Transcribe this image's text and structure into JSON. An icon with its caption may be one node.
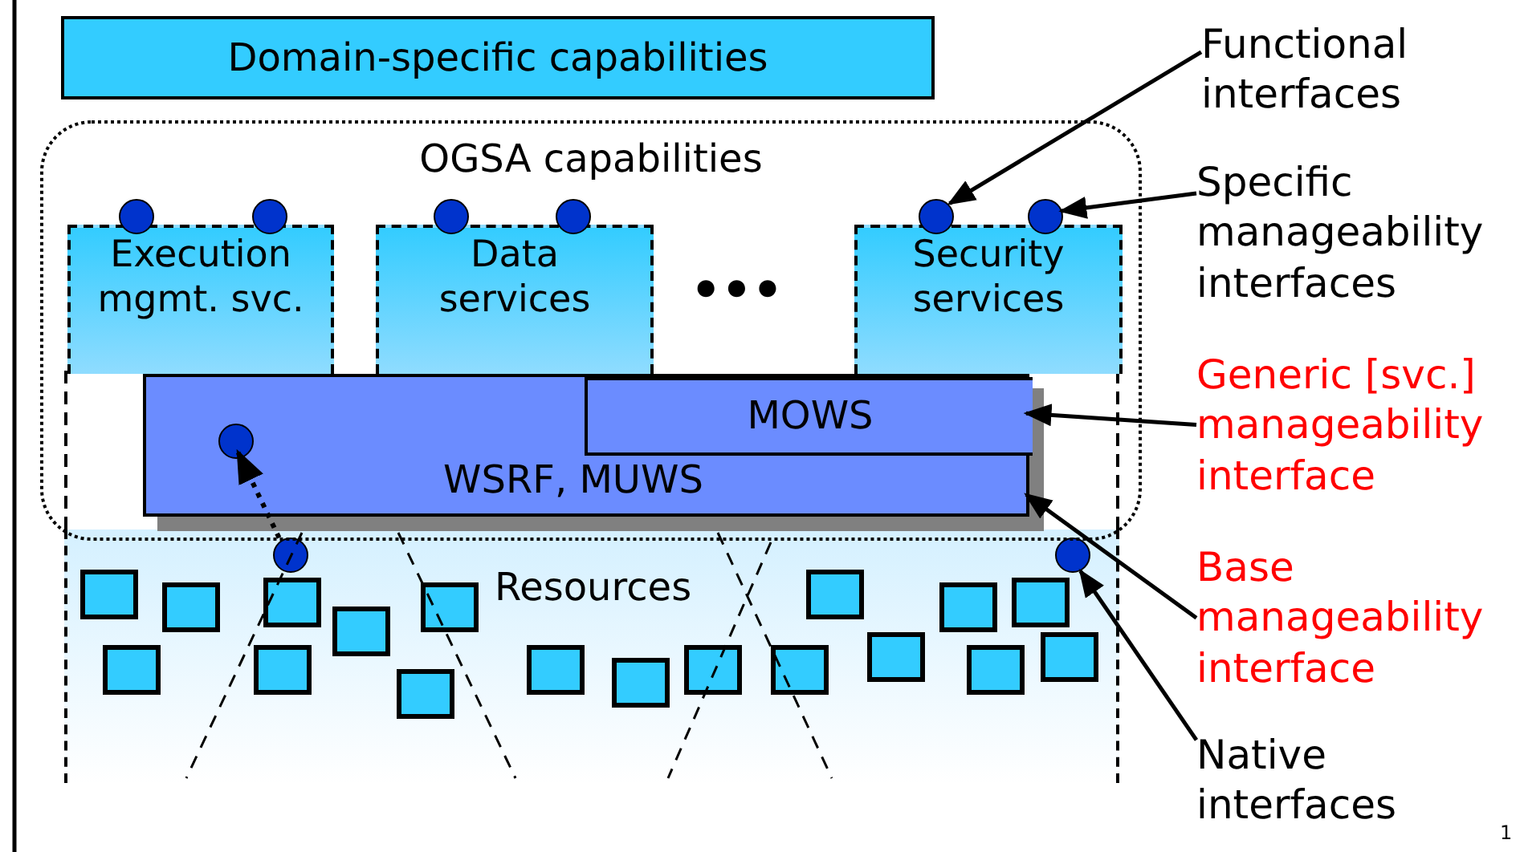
{
  "diagram": {
    "nodes": [
      {
        "text": [
          "Domain-specific capabilities"
        ]
      },
      {
        "text": [
          "Functional interfaces"
        ]
      },
      {
        "text": [
          "OGSA capabilities"
        ]
      },
      {
        "text": [],
        "shape": "circle",
        "in": 2
      },
      {
        "text": [],
        "shape": "circle",
        "in": 2
      },
      {
        "text": [],
        "shape": "circle",
        "in": 2
      },
      {
        "text": [],
        "shape": "circle",
        "in": 2
      },
      {
        "text": [],
        "shape": "circle",
        "in": 2
      },
      {
        "text": [],
        "shape": "circle",
        "in": 2
      },
      {
        "text": [
          "Specific manageability interfaces"
        ]
      },
      {
        "text": [
          "Execution mgmt. svc."
        ],
        "in": 2
      },
      {
        "text": [
          "Data services"
        ],
        "in": 2
      },
      {
        "text": [
          "Security services"
        ],
        "in": 2
      },
      {
        "text": [
          "WSRF, MUWS"
        ],
        "in": 2
      },
      {
        "text": [
          "MOWS"
        ],
        "in": 13
      },
      {
        "text": [],
        "shape": "circle",
        "in": 13
      },
      {
        "text": [
          "Generic [svc.] manageability interface"
        ]
      },
      {
        "text": [
          "Resources"
        ]
      },
      {
        "text": [],
        "shape": "circle",
        "in": 17
      },
      {
        "text": [],
        "shape": "circle",
        "in": 17
      },
      {
        "text": [],
        "shape": "box",
        "in": 17
      },
      {
        "text": [],
        "shape": "box",
        "in": 17
      },
      {
        "text": [],
        "shape": "box",
        "in": 17
      },
      {
        "text": [],
        "shape": "box",
        "in": 17
      },
      {
        "text": [],
        "shape": "box",
        "in": 17
      },
      {
        "text": [],
        "shape": "box",
        "in": 17
      },
      {
        "text": [],
        "shape": "box",
        "in": 17
      },
      {
        "text": [],
        "shape": "box",
        "in": 17
      },
      {
        "text": [],
        "shape": "box",
        "in": 17
      },
      {
        "text": [],
        "shape": "box",
        "in": 17
      },
      {
        "text": [],
        "shape": "box",
        "in": 17
      },
      {
        "text": [],
        "shape": "box",
        "in": 17
      },
      {
        "text": [],
        "shape": "box",
        "in": 17
      },
      {
        "text": [],
        "shape": "box",
        "in": 17
      },
      {
        "text": [],
        "shape": "box",
        "in": 17
      },
      {
        "text": [],
        "shape": "box",
        "in": 17
      },
      {
        "text": [],
        "shape": "box",
        "in": 17
      },
      {
        "text": [],
        "shape": "box",
        "in": 17
      },
      {
        "text": [
          "Base manageability interface"
        ]
      },
      {
        "text": [
          "Native interfaces"
        ]
      }
    ],
    "edges": [
      {
        "from": 1,
        "to": 7,
        "arrow": "to"
      },
      {
        "from": 9,
        "to": 8,
        "arrow": "to"
      },
      {
        "from": 16,
        "to": 14,
        "arrow": "to"
      },
      {
        "from": 38,
        "to": 13,
        "arrow": "to"
      },
      {
        "from": 39,
        "to": 19,
        "arrow": "to"
      },
      {
        "from": 18,
        "to": 15,
        "arrow": "to",
        "style": "dashed"
      }
    ],
    "labels": [
      "•••",
      "1"
    ]
  }
}
